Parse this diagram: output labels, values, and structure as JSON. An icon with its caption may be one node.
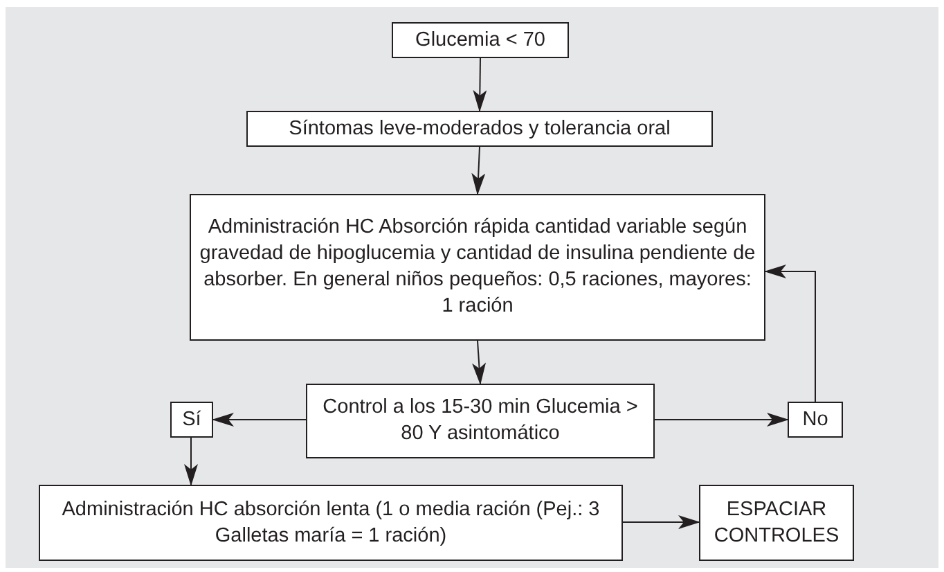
{
  "diagram": {
    "nodes": [
      {
        "text": [
          "Glucemia < 70"
        ]
      },
      {
        "text": [
          "Síntomas leve-moderados y tolerancia oral"
        ]
      },
      {
        "text": [
          "Administración HC Absorción rápida cantidad variable según gravedad de hipoglucemia y cantidad de insulina pendiente de absorber. En general niños pequeños: 0,5 raciones, mayores: 1 ración"
        ]
      },
      {
        "text": [
          "Control a los 15-30 min Glucemia > 80 Y asintomático"
        ]
      },
      {
        "text": [
          "Sí"
        ]
      },
      {
        "text": [
          "No"
        ]
      },
      {
        "text": [
          "Administración HC absorción lenta (1 o media ración (Pej.: 3 Galletas maría = 1 ración)"
        ]
      },
      {
        "text": [
          "ESPACIAR CONTROLES"
        ]
      }
    ],
    "edges": [
      {
        "from": 0,
        "to": 1,
        "arrow": "to"
      },
      {
        "from": 1,
        "to": 2,
        "arrow": "to"
      },
      {
        "from": 2,
        "to": 3,
        "arrow": "to"
      },
      {
        "from": 3,
        "to": 4,
        "arrow": "to"
      },
      {
        "from": 3,
        "to": 5,
        "arrow": "to"
      },
      {
        "from": 5,
        "to": 2,
        "arrow": "to"
      },
      {
        "from": 4,
        "to": 6,
        "arrow": "to"
      },
      {
        "from": 6,
        "to": 7,
        "arrow": "to"
      }
    ]
  }
}
